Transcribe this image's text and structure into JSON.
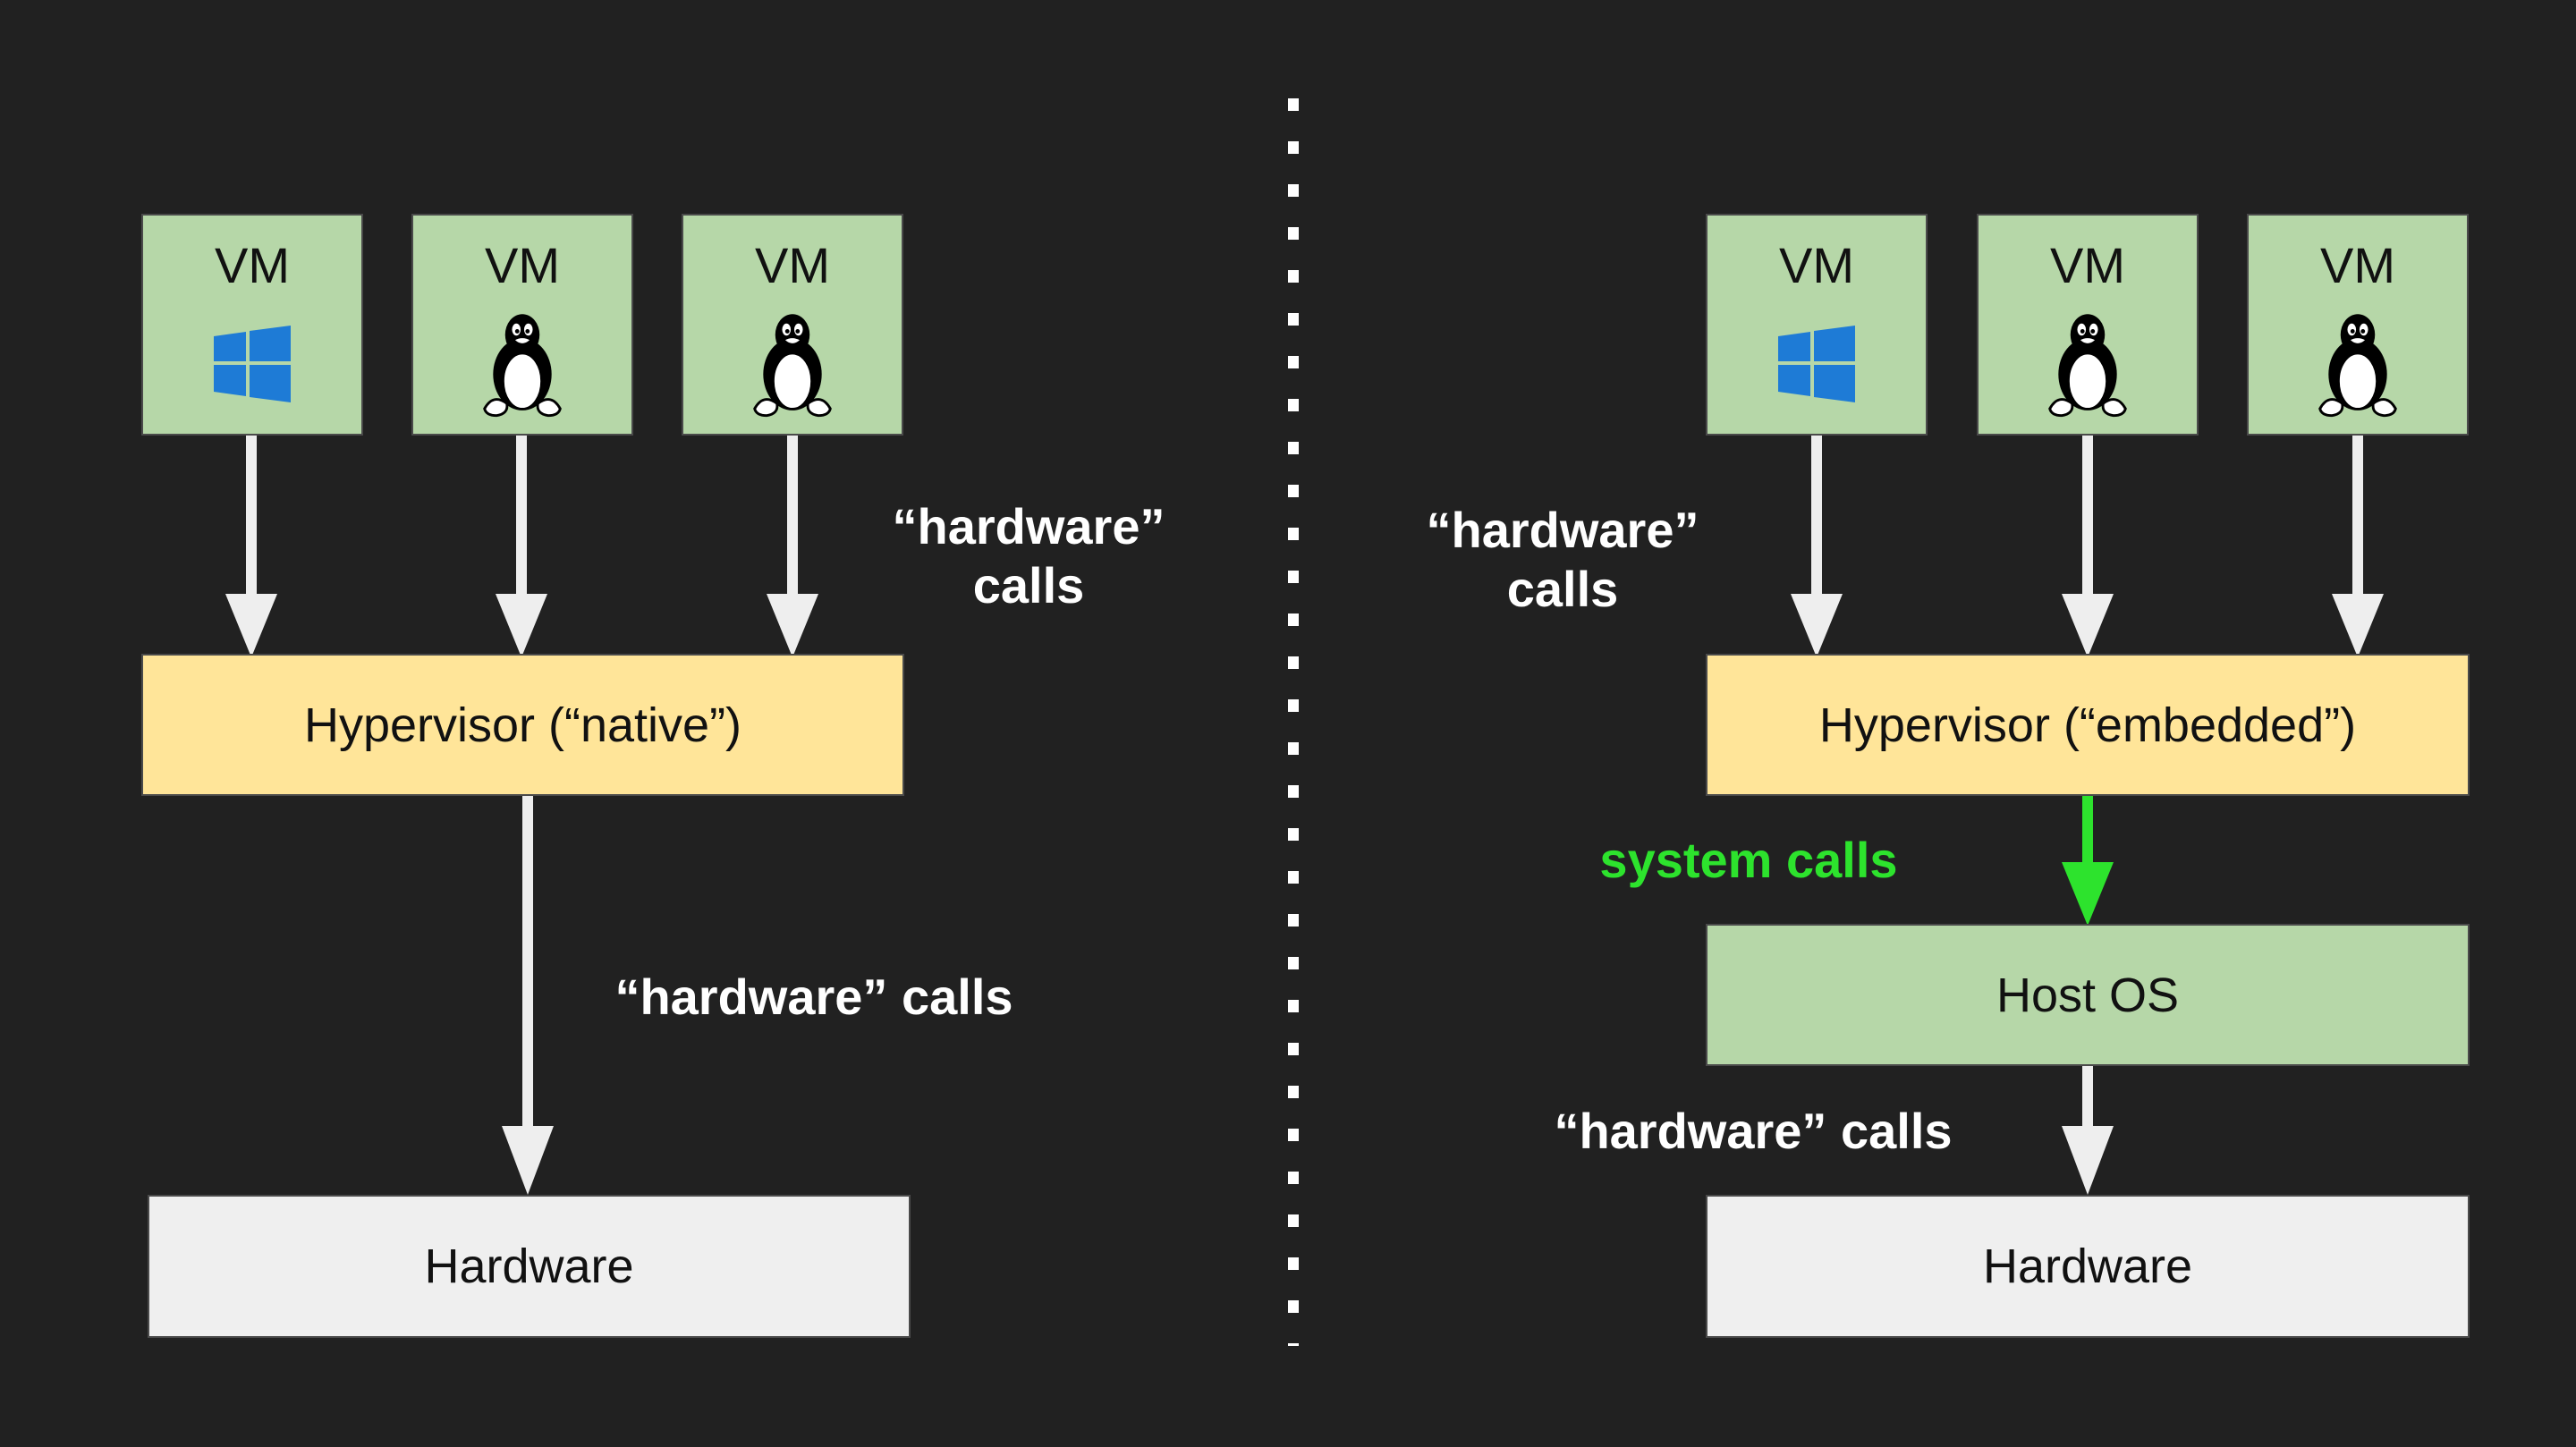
{
  "colors": {
    "background": "#212121",
    "vm_box": "#b6d7a8",
    "hypervisor_box": "#ffe599",
    "host_os_box": "#b6d7a8",
    "hardware_box": "#efefef",
    "arrow_default": "#eeeeee",
    "arrow_system_calls": "#2de32d",
    "windows_logo": "#1e7bd6"
  },
  "left": {
    "vms": [
      {
        "label": "VM",
        "icon": "windows-logo-icon"
      },
      {
        "label": "VM",
        "icon": "linux-tux-icon"
      },
      {
        "label": "VM",
        "icon": "linux-tux-icon"
      }
    ],
    "hypervisor": "Hypervisor (“native”)",
    "hardware": "Hardware",
    "vm_calls_label": "“hardware”\ncalls",
    "hw_calls_label": "“hardware” calls"
  },
  "right": {
    "vms": [
      {
        "label": "VM",
        "icon": "windows-logo-icon"
      },
      {
        "label": "VM",
        "icon": "linux-tux-icon"
      },
      {
        "label": "VM",
        "icon": "linux-tux-icon"
      }
    ],
    "hypervisor": "Hypervisor (“embedded”)",
    "host_os": "Host OS",
    "hardware": "Hardware",
    "vm_calls_label": "“hardware”\ncalls",
    "system_calls_label": "system calls",
    "hw_calls_label": "“hardware” calls"
  }
}
